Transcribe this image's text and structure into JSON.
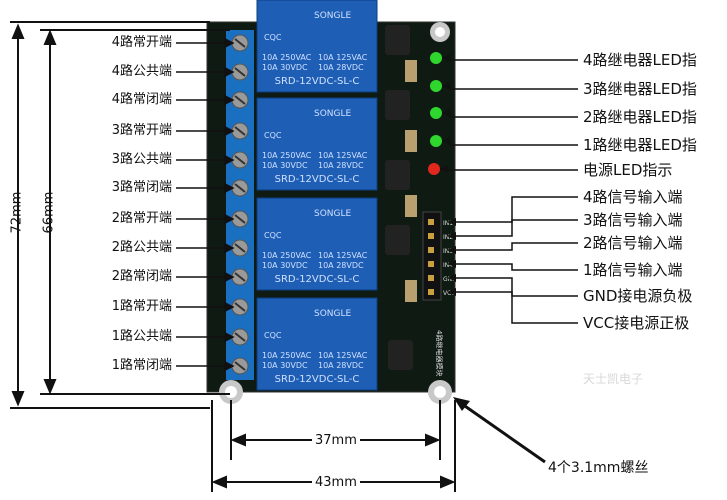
{
  "left_labels": [
    "4路常开端",
    "4路公共端",
    "4路常闭端",
    "3路常开端",
    "3路公共端",
    "3路常闭端",
    "2路常开端",
    "2路公共端",
    "2路常闭端",
    "1路常开端",
    "1路公共端",
    "1路常闭端"
  ],
  "right_labels": [
    "4路继电器LED指",
    "3路继电器LED指",
    "2路继电器LED指",
    "1路继电器LED指",
    "电源LED指示",
    "4路信号输入端",
    "3路信号输入端",
    "2路信号输入端",
    "1路信号输入端",
    "GND接电源负极",
    "VCC接电源正极"
  ],
  "dimensions": {
    "height_outer": "72mm",
    "height_inner": "66mm",
    "width_inner": "37mm",
    "width_outer": "43mm"
  },
  "screw_note": "4个3.1mm螺丝",
  "relay": {
    "brand": "SONGLE",
    "cert": "CQC",
    "spec_left": "10A 250VAC",
    "spec_left2": "10A 30VDC",
    "spec_right": "10A 125VAC",
    "spec_right2": "10A 28VDC",
    "model": "SRD-12VDC-SL-C"
  },
  "pin_labels": [
    "IN1",
    "IN2",
    "IN3",
    "IN4",
    "GND",
    "VCC"
  ],
  "board_text": "4路继电器模块",
  "watermark": "天士凯电子",
  "colors": {
    "board": "#0d1a10",
    "relay": "#1e5eb5",
    "terminal": "#1a6fc0",
    "led_green": "#2ed62e",
    "led_red": "#e0281e"
  }
}
